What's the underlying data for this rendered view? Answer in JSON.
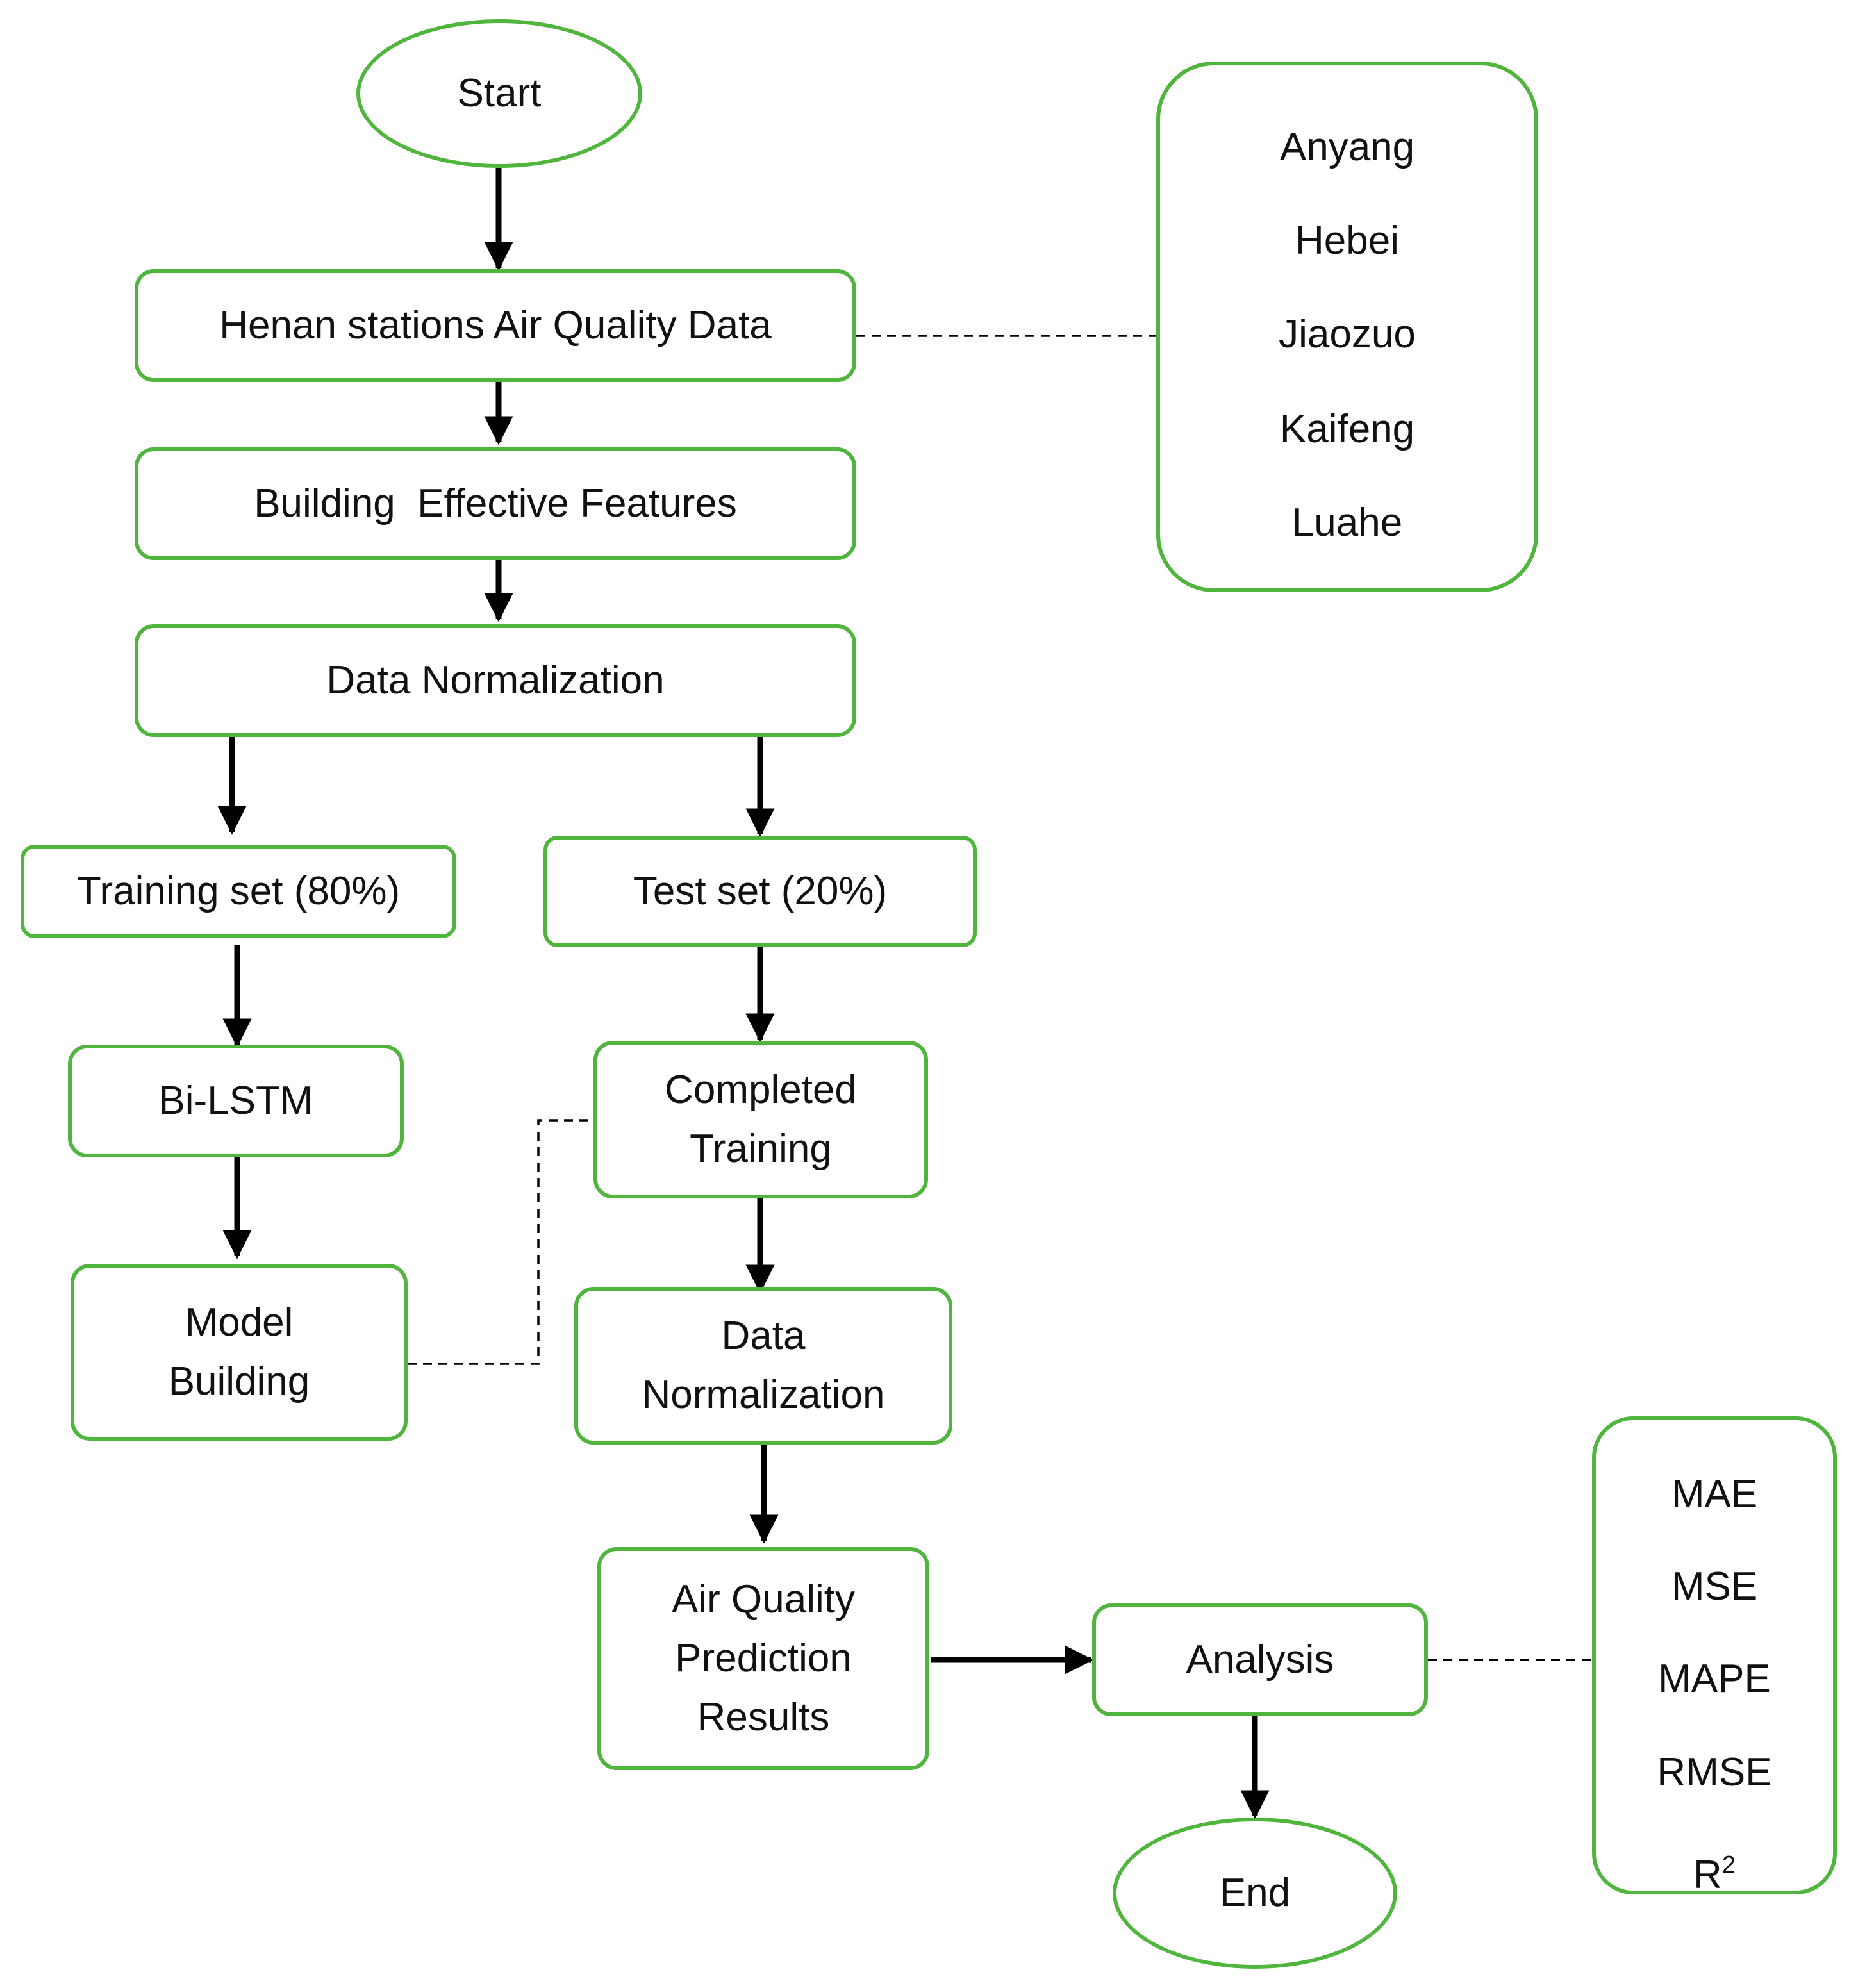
{
  "nodes": {
    "start": "Start",
    "henan_data": "Henan stations Air Quality Data",
    "features": "Building  Effective Features",
    "normalization_top": "Data Normalization",
    "training_set": "Training set (80%)",
    "test_set": "Test set (20%)",
    "bilstm": "Bi-LSTM",
    "model_building": [
      "Model",
      "Building"
    ],
    "completed_training": [
      "Completed",
      "Training"
    ],
    "normalization_bottom": [
      "Data",
      "Normalization"
    ],
    "prediction_results": [
      "Air Quality",
      "Prediction",
      "Results"
    ],
    "analysis": "Analysis",
    "end": "End"
  },
  "stations": [
    "Anyang",
    "Hebei",
    "Jiaozuo",
    "Kaifeng",
    "Luahe"
  ],
  "metrics": {
    "items": [
      "MAE",
      "MSE",
      "MAPE",
      "RMSE"
    ],
    "r2_base": "R",
    "r2_sup": "2"
  },
  "colors": {
    "node_border": "#4fb53d",
    "arrow": "#000000",
    "text": "#111111"
  }
}
